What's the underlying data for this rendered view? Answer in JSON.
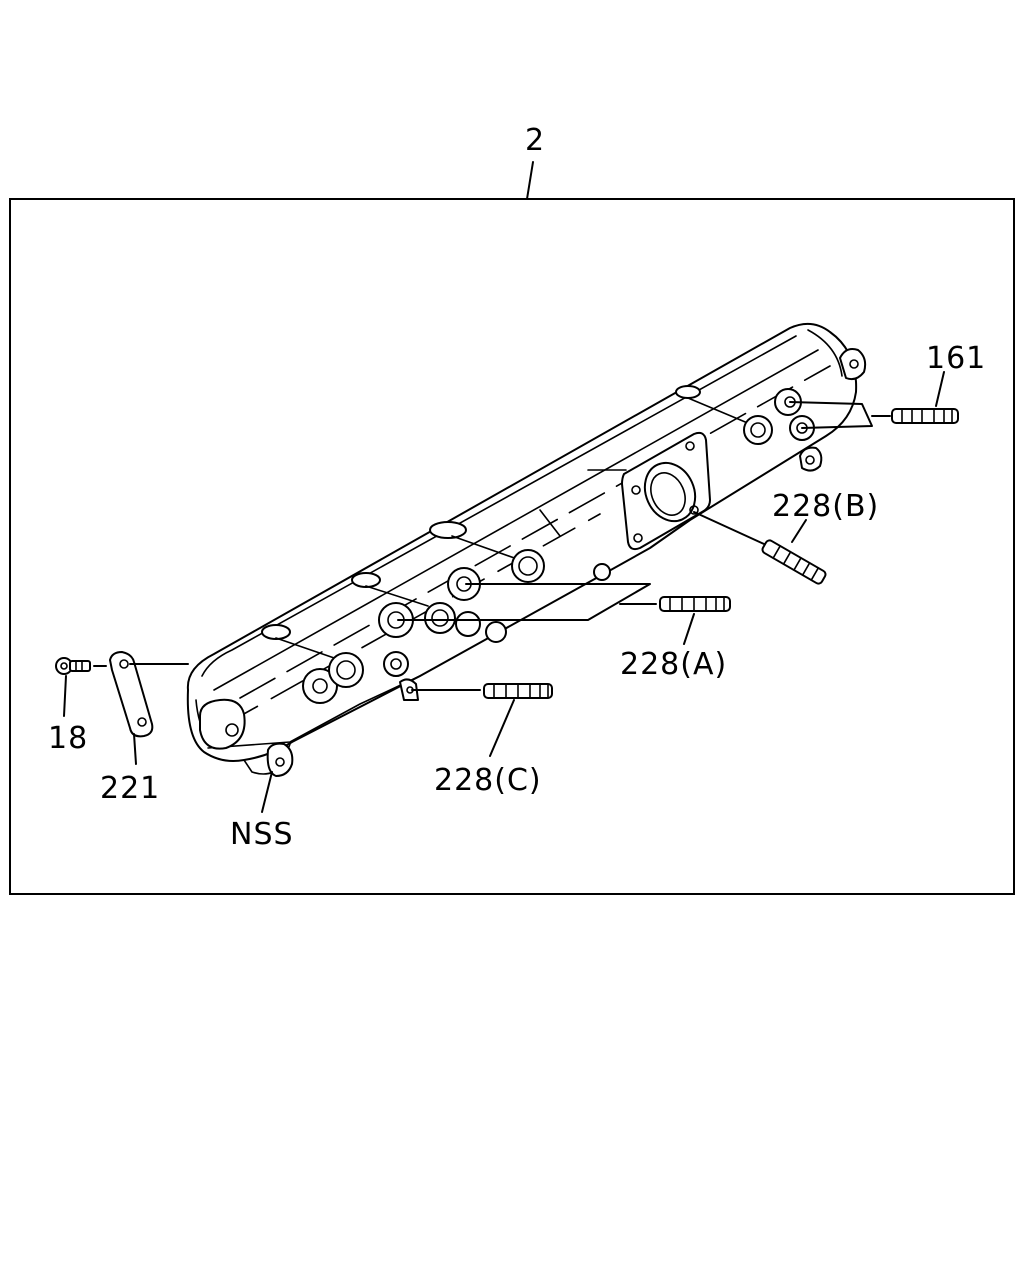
{
  "diagram": {
    "assembly_callout": "2",
    "callouts": {
      "stud_161": "161",
      "stud_228b": "228(B)",
      "stud_228a": "228(A)",
      "stud_228c": "228(C)",
      "bolt_18": "18",
      "bracket_221": "221",
      "nss": "NSS"
    }
  }
}
